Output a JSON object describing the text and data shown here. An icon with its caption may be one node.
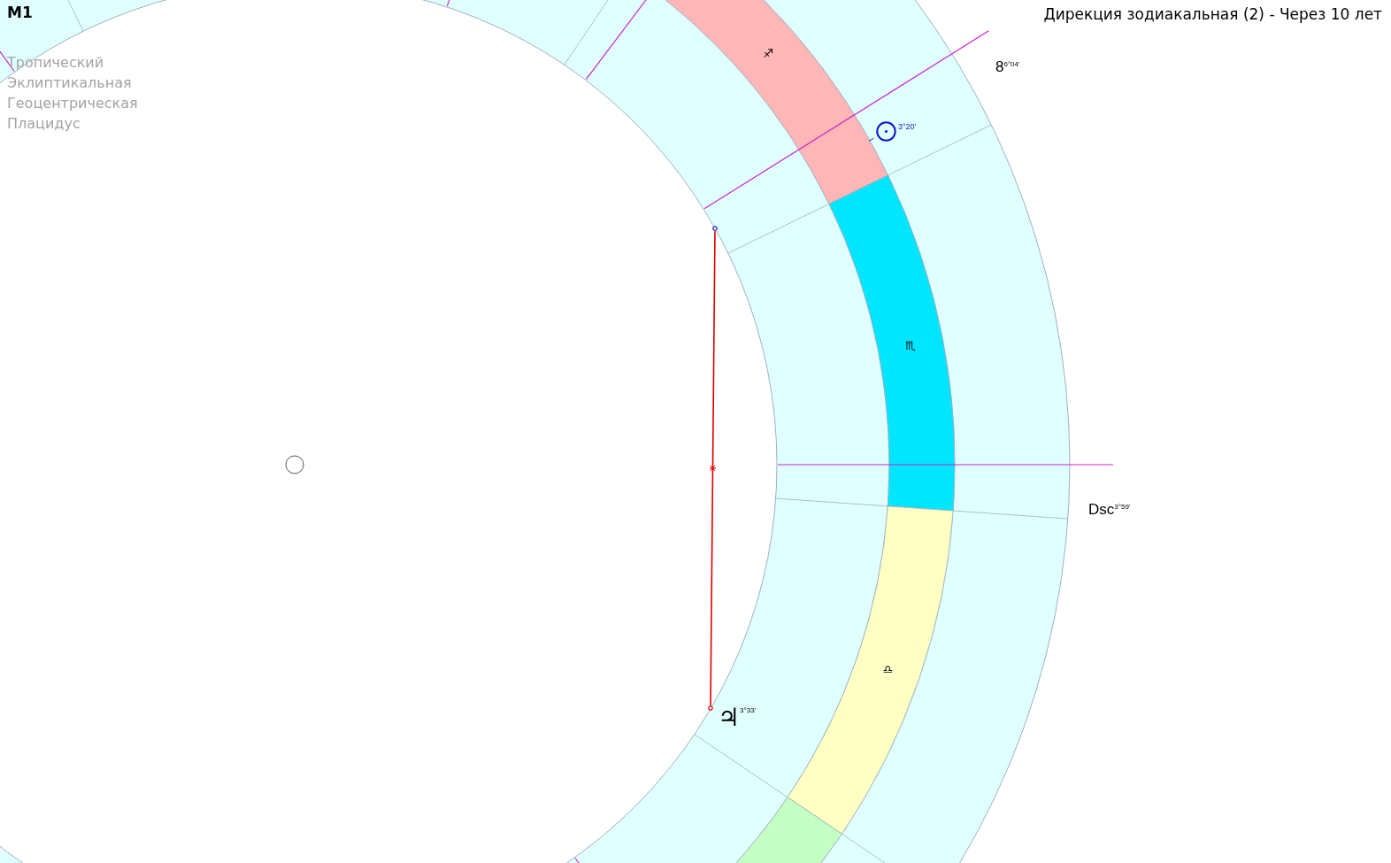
{
  "diagram": {
    "title": "Дирекция зодиакальная (2) - Через 10 лет",
    "nodes": [
      {
        "text": [
          "♐"
        ]
      },
      {
        "text": [
          "♏"
        ]
      },
      {
        "text": [
          "♎"
        ]
      },
      {
        "text": [],
        "shape": "band"
      },
      {
        "text": [],
        "shape": "circle"
      },
      {
        "text": [],
        "shape": "circle"
      }
    ],
    "edges": [
      {
        "from": 4,
        "to": 5,
        "arrow": "none"
      }
    ],
    "labels": [
      "M1",
      "Тропический",
      "Эклиптикальная",
      "Геоцентрическая",
      "Плацидус",
      "8$^{6°04'}$",
      "3°20'",
      "Dsc$^{3°59'}$",
      "♃$^{3°33'}$"
    ]
  }
}
